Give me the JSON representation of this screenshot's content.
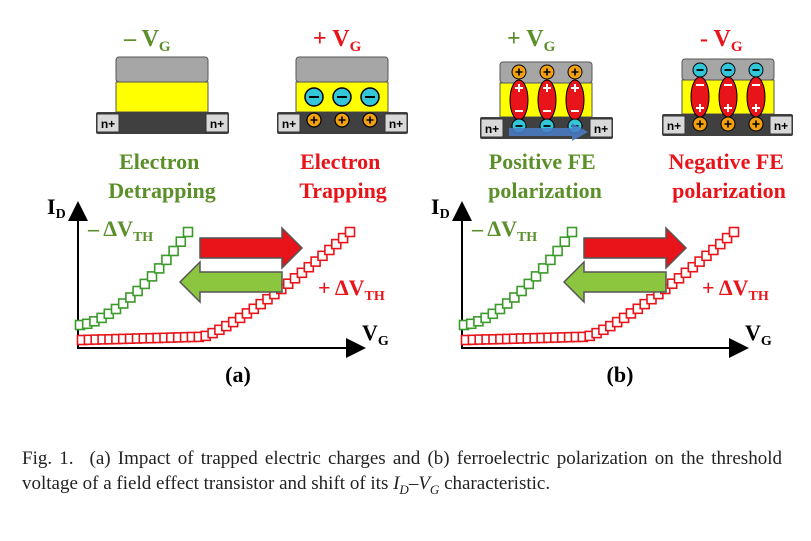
{
  "colors": {
    "green": "#5b8f2a",
    "red": "#e8141a",
    "yellow": "#ffff00",
    "gate_gray": "#a6a6a6",
    "substrate_dark": "#404040",
    "electron_cyan": "#33c6d8",
    "hole_orange": "#f0a010",
    "arrow_blue": "#4a7ec8",
    "arrow_red": "#e8141a",
    "arrow_green": "#8cc63f"
  },
  "panel_a": {
    "label": "(a)",
    "left_voltage": "– V",
    "left_voltage_sub": "G",
    "right_voltage": "+ V",
    "right_voltage_sub": "G",
    "left_title_1": "Electron",
    "left_title_2": "Detrapping",
    "right_title_1": "Electron",
    "right_title_2": "Trapping",
    "contact_left": "n+",
    "contact_right": "n+",
    "y_axis": "I",
    "y_axis_sub": "D",
    "x_axis": "V",
    "x_axis_sub": "G",
    "neg_shift": "– ΔV",
    "neg_shift_sub": "TH",
    "pos_shift": "+ ΔV",
    "pos_shift_sub": "TH"
  },
  "panel_b": {
    "label": "(b)",
    "left_voltage": "+ V",
    "left_voltage_sub": "G",
    "right_voltage": "- V",
    "right_voltage_sub": "G",
    "left_title_1": "Positive FE",
    "left_title_2": "polarization",
    "right_title_1": "Negative FE",
    "right_title_2": "polarization",
    "contact_left": "n+",
    "contact_right": "n+",
    "y_axis": "I",
    "y_axis_sub": "D",
    "x_axis": "V",
    "x_axis_sub": "G",
    "neg_shift": "– ΔV",
    "neg_shift_sub": "TH",
    "pos_shift": "+ ΔV",
    "pos_shift_sub": "TH"
  },
  "caption": {
    "lead": "Fig. 1.",
    "text_1": "(a) Impact of trapped electric charges and (b) ferroelectric polarization on the threshold voltage of a field effect transistor and shift of its ",
    "formula_I": "I",
    "formula_I_sub": "D",
    "formula_dash": "–",
    "formula_V": "V",
    "formula_V_sub": "G",
    "text_2": " characteristic."
  }
}
